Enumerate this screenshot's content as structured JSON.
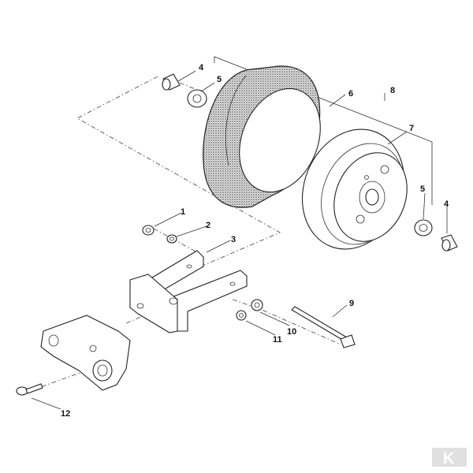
{
  "callouts": [
    {
      "id": "1",
      "label": "1"
    },
    {
      "id": "2",
      "label": "2"
    },
    {
      "id": "3",
      "label": "3"
    },
    {
      "id": "4a",
      "label": "4"
    },
    {
      "id": "4b",
      "label": "4"
    },
    {
      "id": "5a",
      "label": "5"
    },
    {
      "id": "5b",
      "label": "5"
    },
    {
      "id": "6",
      "label": "6"
    },
    {
      "id": "7",
      "label": "7"
    },
    {
      "id": "8",
      "label": "8"
    },
    {
      "id": "9",
      "label": "9"
    },
    {
      "id": "10",
      "label": "10"
    },
    {
      "id": "11",
      "label": "11"
    },
    {
      "id": "12",
      "label": "12"
    }
  ],
  "logo": {
    "text": "K"
  },
  "colors": {
    "ink": "#222222",
    "tyre_fill": "#8a8a8a",
    "background": "#ffffff",
    "logo": "#e0e0e0"
  }
}
